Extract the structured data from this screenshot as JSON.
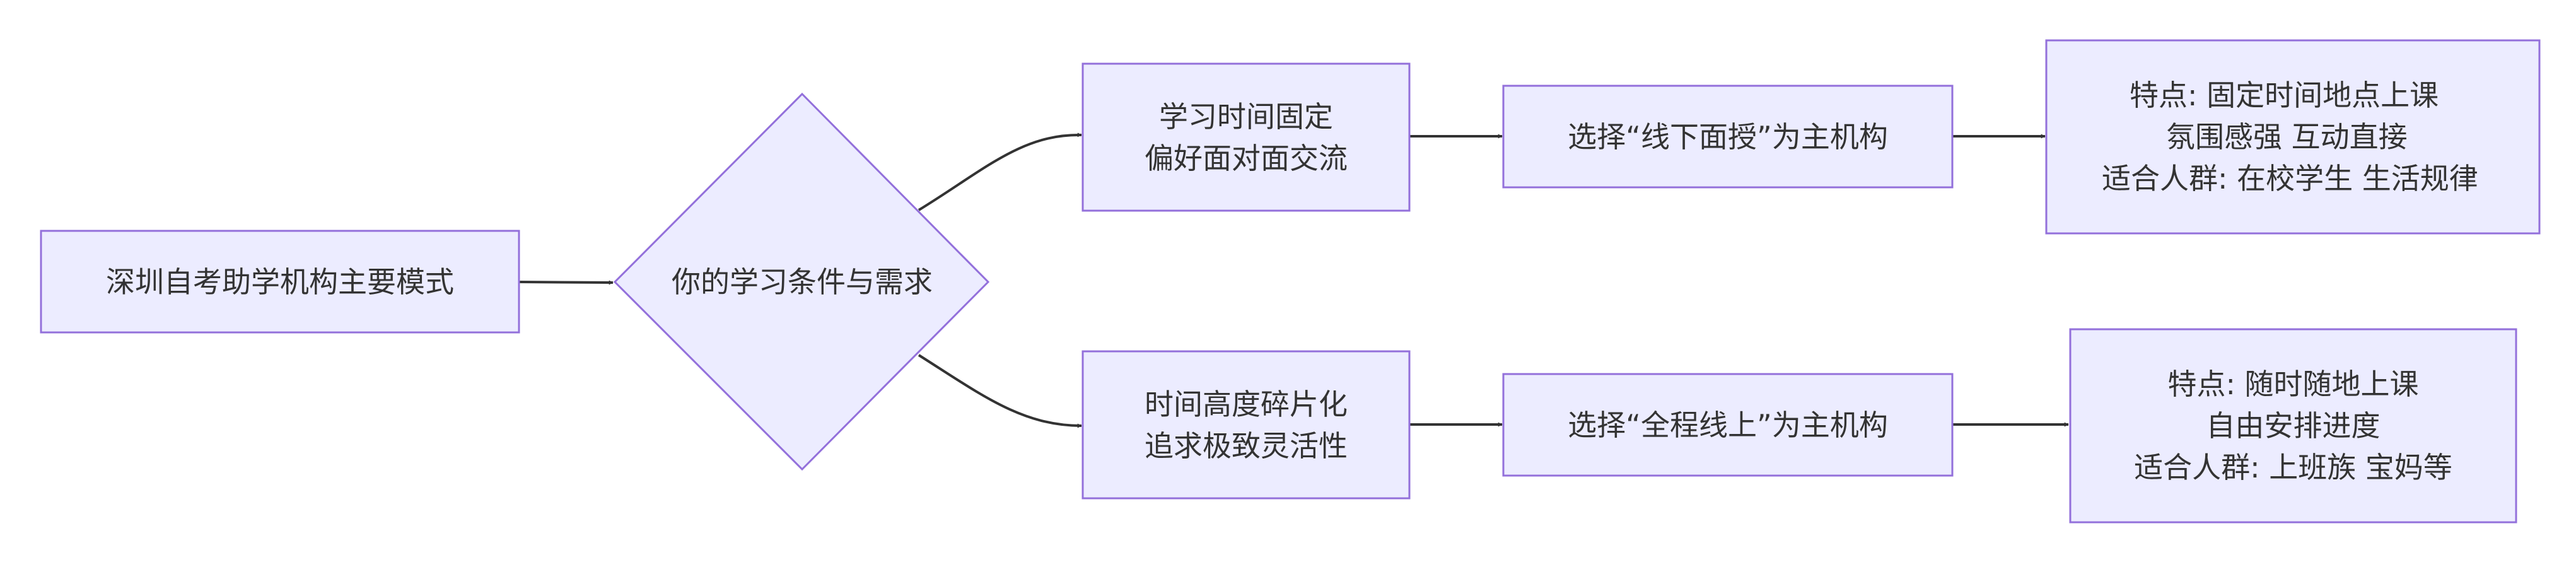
{
  "colors": {
    "node_fill": "#ECECFF",
    "node_stroke": "#9370DB",
    "edge": "#333333",
    "text": "#333333"
  },
  "nodes": {
    "root": {
      "lines": [
        "深圳自考助学机构主要模式"
      ]
    },
    "decision": {
      "lines": [
        "你的学习条件与需求"
      ]
    },
    "cond_fixed": {
      "lines": [
        "学习时间固定",
        "偏好面对面交流"
      ]
    },
    "cond_flex": {
      "lines": [
        "时间高度碎片化",
        "追求极致灵活性"
      ]
    },
    "choice_offline": {
      "lines": [
        "选择“线下面授”为主机构"
      ]
    },
    "choice_online": {
      "lines": [
        "选择“全程线上”为主机构"
      ]
    },
    "desc_offline": {
      "lines": [
        "特点: 固定时间地点上课",
        "氛围感强 互动直接",
        "适合人群: 在校学生 生活规律"
      ]
    },
    "desc_online": {
      "lines": [
        "特点: 随时随地上课",
        "自由安排进度",
        "适合人群: 上班族 宝妈等"
      ]
    }
  }
}
